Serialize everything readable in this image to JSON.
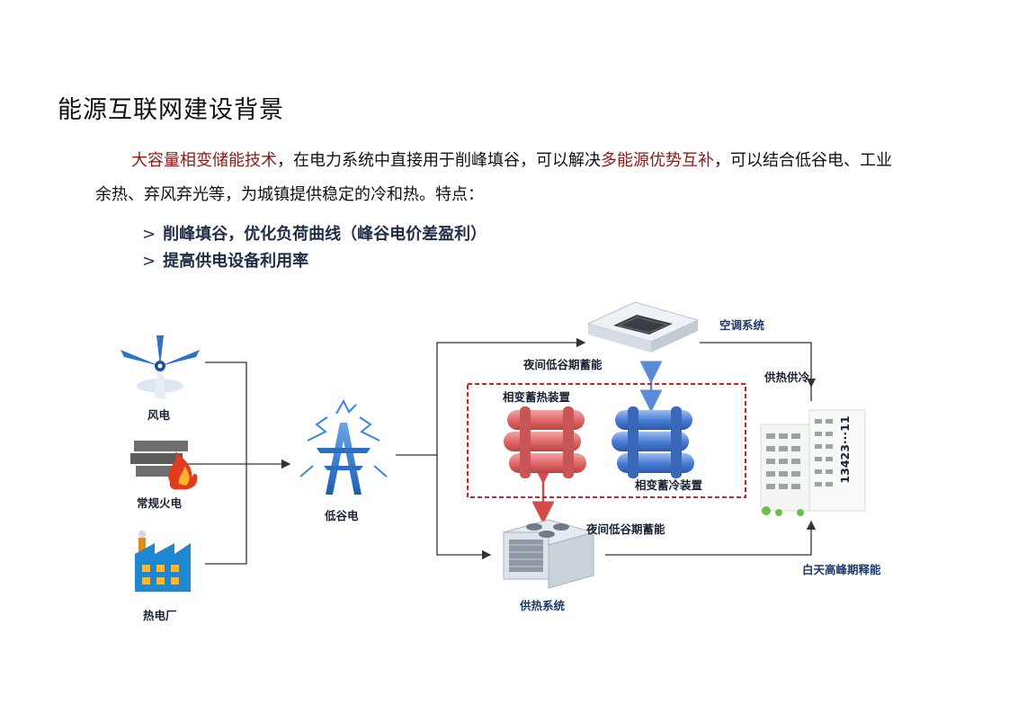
{
  "title": "能源互联网建设背景",
  "paragraph": {
    "highlight_1": "大容量相变储能技术",
    "text_1": "，在电力系统中直接用于削峰填谷，可以解决",
    "highlight_2": "多能源优势互补",
    "text_2": "，可以结合低谷电、工业余热、弃风弃光等，为城镇提供稳定的冷和热。特点："
  },
  "bullets": [
    {
      "marker": ">",
      "text": "削峰填谷，优化负荷曲线（峰谷电价差盈利）"
    },
    {
      "marker": ">",
      "text": "提高供电设备利用率"
    }
  ],
  "diagram": {
    "sources": [
      "风电",
      "常规火电",
      "热电厂"
    ],
    "hub": "低谷电",
    "ac_system": "空调系统",
    "night_storage_top": "夜间低谷期蓄能",
    "heat_storage": "相变蓄热装置",
    "cold_storage": "相变蓄冷装置",
    "night_storage_bottom": "夜间低谷期蓄能",
    "heat_supply": "供热系统",
    "supply_label": "供热供冷",
    "day_release": "白天高峰期释能",
    "building_sign": "13423···11"
  },
  "colors": {
    "highlight": "#8b1a1a",
    "bullet_text": "#1f2d47",
    "label": "#1f3a6b",
    "dashed_box": "#c0262d",
    "heat_tank": "#e06a6a",
    "cold_tank": "#4a7ed6",
    "line": "#333333"
  }
}
